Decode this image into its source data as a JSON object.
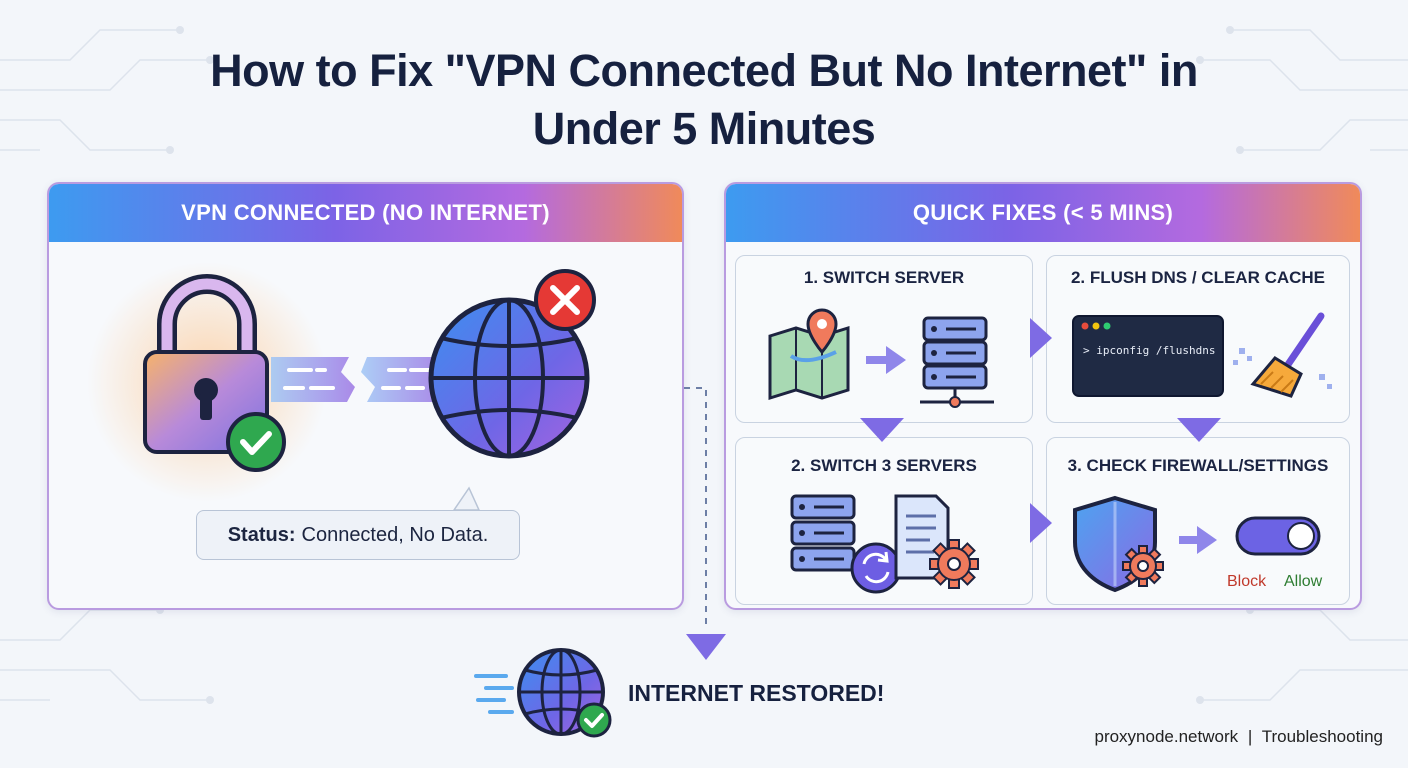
{
  "title": "How to Fix \"VPN Connected But No Internet\" in Under 5 Minutes",
  "left_panel": {
    "header": "VPN CONNECTED (NO INTERNET)",
    "status_label": "Status:",
    "status_value": "Connected, No Data."
  },
  "right_panel": {
    "header": "QUICK FIXES (< 5 MINS)",
    "steps": [
      {
        "title": "1. SWITCH SERVER"
      },
      {
        "title": "2. FLUSH DNS / CLEAR CACHE",
        "terminal_command": "> ipconfig /flushdns"
      },
      {
        "title": "2. SWITCH 3 SERVERS"
      },
      {
        "title": "3. CHECK FIREWALL/SETTINGS",
        "toggle_off_label": "Block",
        "toggle_on_label": "Allow"
      }
    ]
  },
  "result": {
    "label": "INTERNET RESTORED!"
  },
  "footer": {
    "brand": "proxynode.network",
    "separator": "|",
    "section": "Troubleshooting"
  },
  "icons": [
    "padlock-icon",
    "check-badge-icon",
    "globe-icon",
    "error-badge-icon",
    "map-pin-icon",
    "server-icon",
    "terminal-icon",
    "broom-icon",
    "document-icon",
    "gear-icon",
    "refresh-icon",
    "shield-icon",
    "toggle-icon"
  ],
  "colors": {
    "accent_blue": "#3d9bf0",
    "accent_purple": "#7c63e6",
    "accent_orange": "#f08a5a",
    "success": "#2fa84f",
    "error": "#e53935",
    "title": "#16213f"
  }
}
